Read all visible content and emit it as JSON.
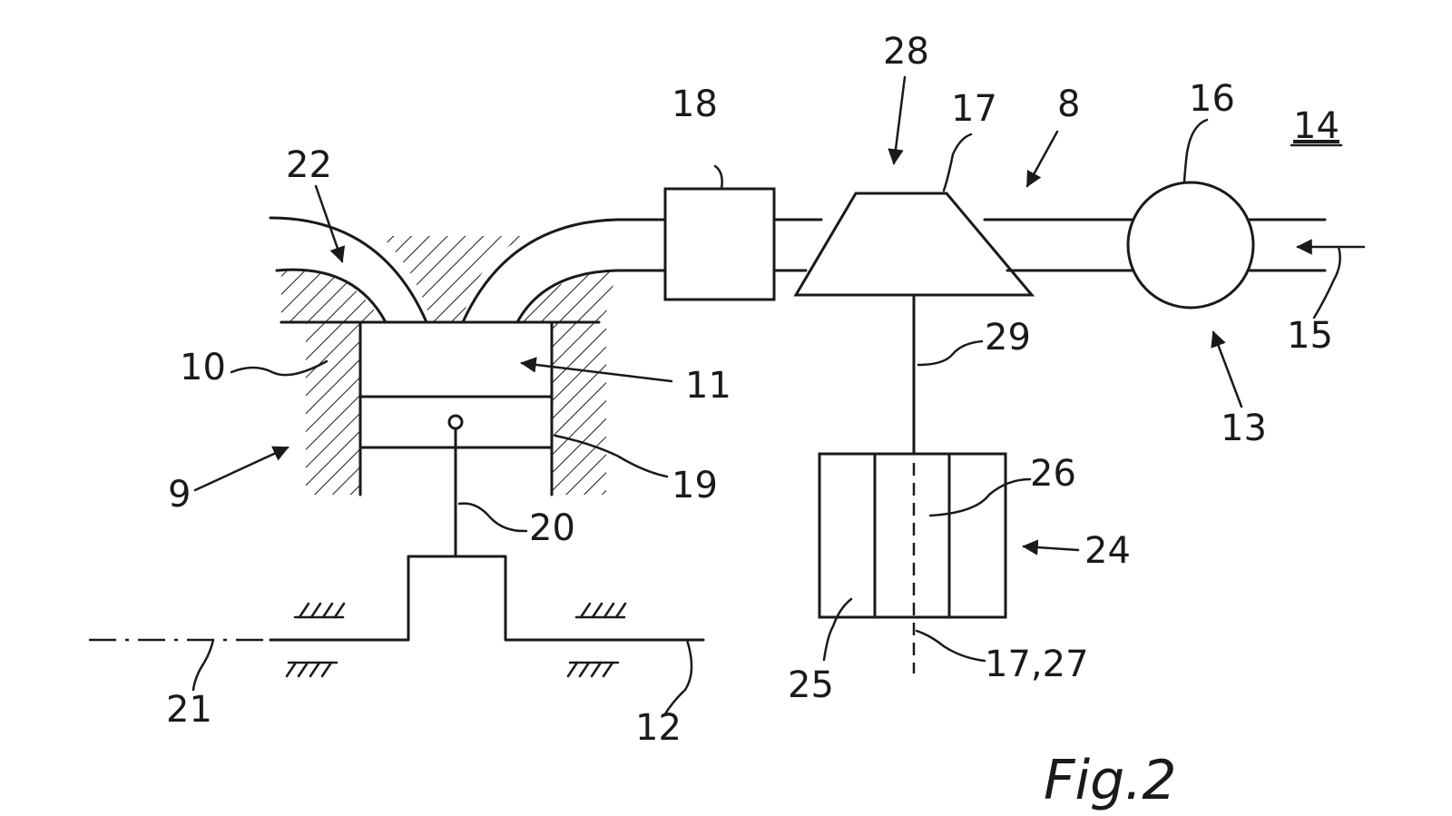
{
  "figure": {
    "caption": "Fig.2",
    "ref_main": "14"
  },
  "labels": {
    "l8": "8",
    "l9": "9",
    "l10": "10",
    "l11": "11",
    "l12": "12",
    "l13": "13",
    "l15": "15",
    "l16": "16",
    "l17": "17",
    "l18": "18",
    "l19": "19",
    "l20": "20",
    "l21": "21",
    "l22": "22",
    "l24": "24",
    "l25": "25",
    "l26": "26",
    "l28": "28",
    "l29": "29",
    "l17_27": "17,27"
  }
}
